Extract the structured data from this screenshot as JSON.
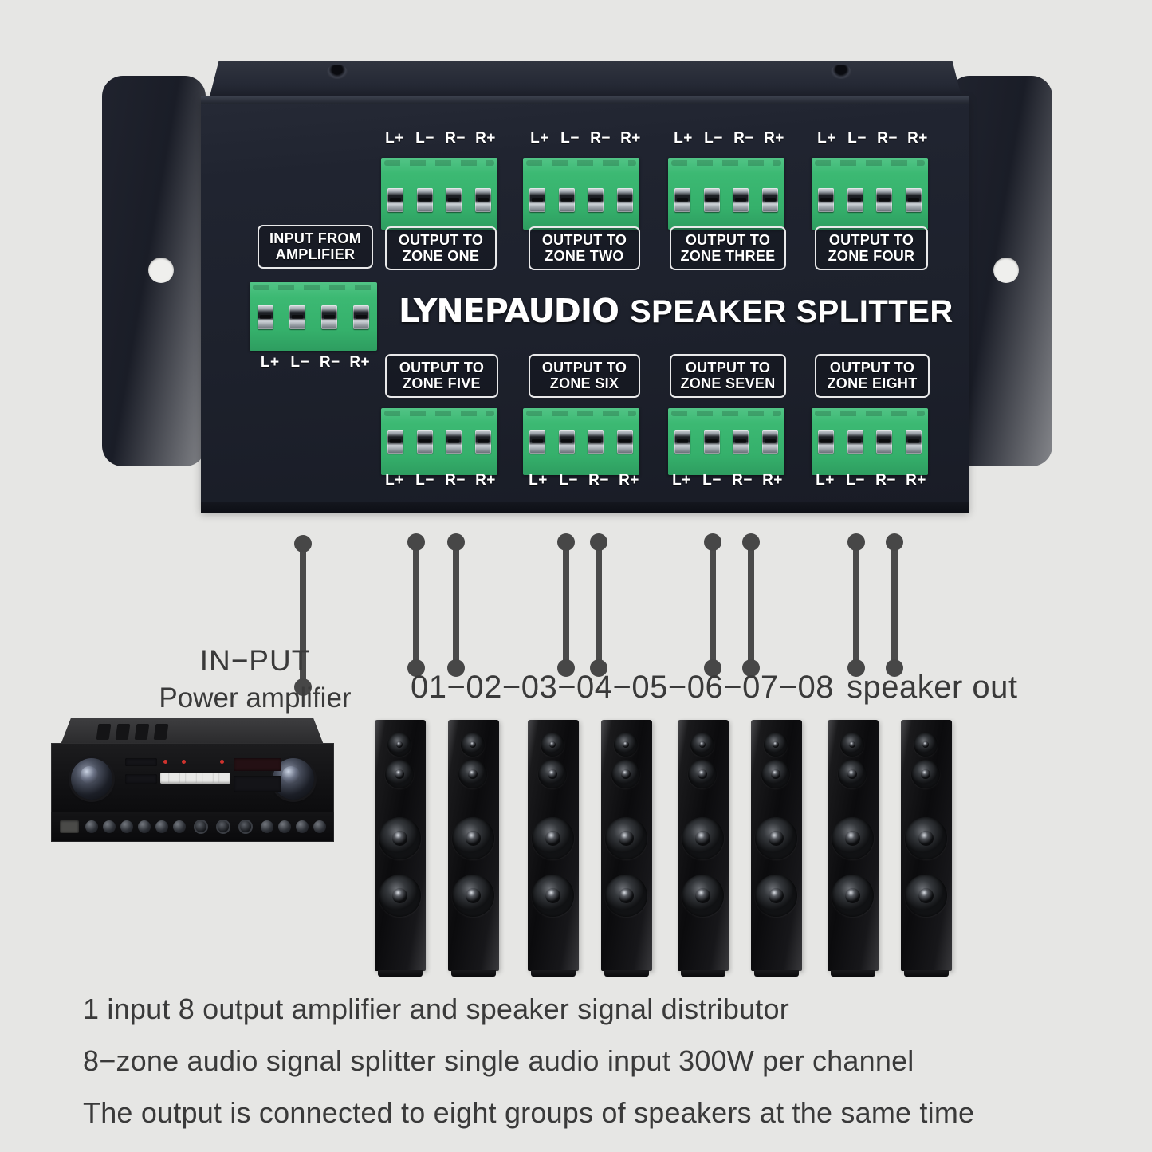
{
  "product": {
    "brand_logo": "LYNEPAUDIO",
    "brand_suffix": "SPEAKER SPLITTER",
    "input_plate": {
      "line1": "INPUT FROM",
      "line2": "AMPLIFIER"
    },
    "pin_labels": [
      "L+",
      "L−",
      "R−",
      "R+"
    ],
    "top_zones": [
      {
        "line1": "OUTPUT TO",
        "line2": "ZONE ONE"
      },
      {
        "line1": "OUTPUT TO",
        "line2": "ZONE TWO"
      },
      {
        "line1": "OUTPUT TO",
        "line2": "ZONE THREE"
      },
      {
        "line1": "OUTPUT TO",
        "line2": "ZONE FOUR"
      }
    ],
    "bottom_zones": [
      {
        "line1": "OUTPUT TO",
        "line2": "ZONE FIVE"
      },
      {
        "line1": "OUTPUT TO",
        "line2": "ZONE SIX"
      },
      {
        "line1": "OUTPUT TO",
        "line2": "ZONE SEVEN"
      },
      {
        "line1": "OUTPUT TO",
        "line2": "ZONE EIGHT"
      }
    ]
  },
  "diagram": {
    "input_label_line1": "IN−PUT",
    "input_label_line2": "Power amplifier",
    "zone_numbers": "01−02−03−04−05−06−07−08",
    "speaker_out_label": "speaker out"
  },
  "description": [
    "1 input 8 output amplifier and speaker signal distributor",
    "8−zone audio signal splitter single audio input 300W per channel",
    "The output is connected to eight groups of speakers at the same time"
  ],
  "colors": {
    "background": "#e6e6e4",
    "device_body": "#1d212c",
    "terminal_green": "#3cb973",
    "plate_border": "#e9e9ea",
    "text_dark": "#3a3a3a"
  }
}
